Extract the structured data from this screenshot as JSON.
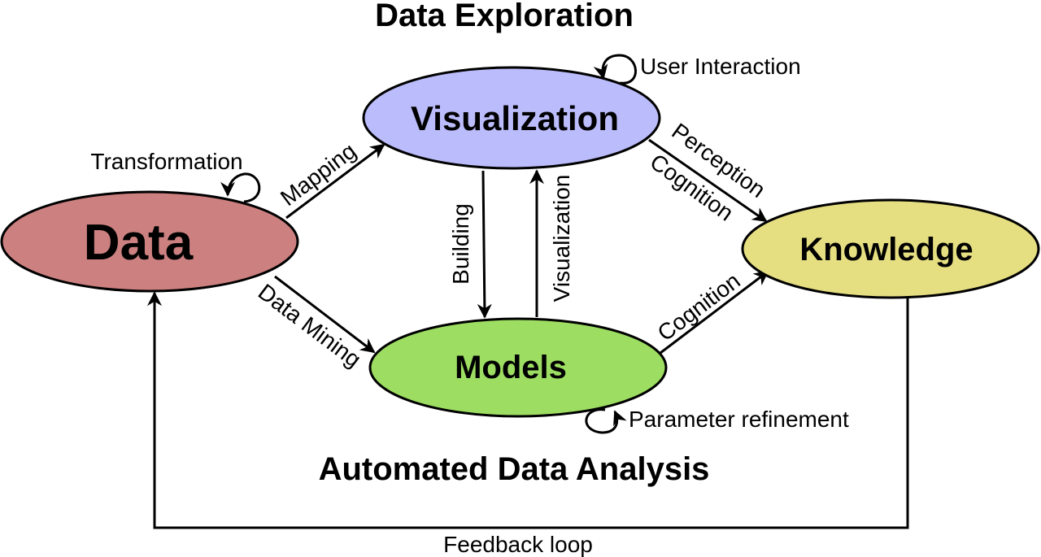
{
  "titles": {
    "top": "Data Exploration",
    "bottom": "Automated Data Analysis"
  },
  "nodes": {
    "data": {
      "label": "Data",
      "color": "#cd8080"
    },
    "visualization": {
      "label": "Visualization",
      "color": "#bbbcfb"
    },
    "knowledge": {
      "label": "Knowledge",
      "color": "#e6df82"
    },
    "models": {
      "label": "Models",
      "color": "#9dde62"
    }
  },
  "edges": {
    "transformation": "Transformation",
    "mapping": "Mapping",
    "data_mining": "Data Mining",
    "user_interaction": "User Interaction",
    "building": "Building",
    "visualization": "Visualization",
    "perception": "Perception",
    "cognition_top": "Cognition",
    "cognition_bottom": "Cognition",
    "parameter_refinement": "Parameter refinement",
    "feedback_loop": "Feedback loop"
  }
}
